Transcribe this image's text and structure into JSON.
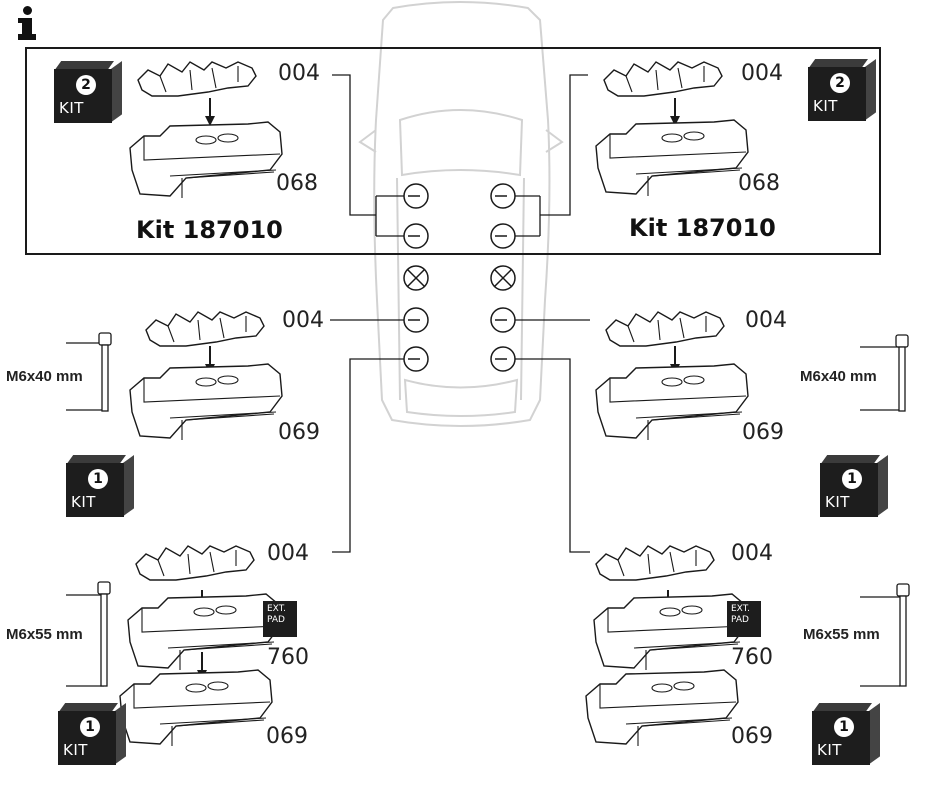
{
  "info_icon": "info-icon",
  "front_pair": {
    "left": {
      "clip": "004",
      "pad": "068",
      "kit_number": "2",
      "kit_label": "KIT",
      "kit_name": "Kit 187010"
    },
    "right": {
      "clip": "004",
      "pad": "068",
      "kit_number": "2",
      "kit_label": "KIT",
      "kit_name": "Kit 187010"
    }
  },
  "rear_pair": {
    "left": {
      "clip": "004",
      "pad": "069",
      "bolt": "M6x40 mm",
      "kit_number": "1",
      "kit_label": "KIT"
    },
    "right": {
      "clip": "004",
      "pad": "069",
      "bolt": "M6x40 mm",
      "kit_number": "1",
      "kit_label": "KIT"
    }
  },
  "extended_pair": {
    "left": {
      "clip": "004",
      "extpad_code": "760",
      "extpad_label_1": "EXT.",
      "extpad_label_2": "PAD",
      "pad": "069",
      "bolt": "M6x55 mm",
      "kit_number": "1",
      "kit_label": "KIT"
    },
    "right": {
      "clip": "004",
      "extpad_code": "760",
      "extpad_label_1": "EXT.",
      "extpad_label_2": "PAD",
      "pad": "069",
      "bolt": "M6x55 mm",
      "kit_number": "1",
      "kit_label": "KIT"
    }
  },
  "colors": {
    "line": "#1a1a1a",
    "car_outline": "#d2d2d2",
    "kit_box": "#1d1d1d"
  }
}
